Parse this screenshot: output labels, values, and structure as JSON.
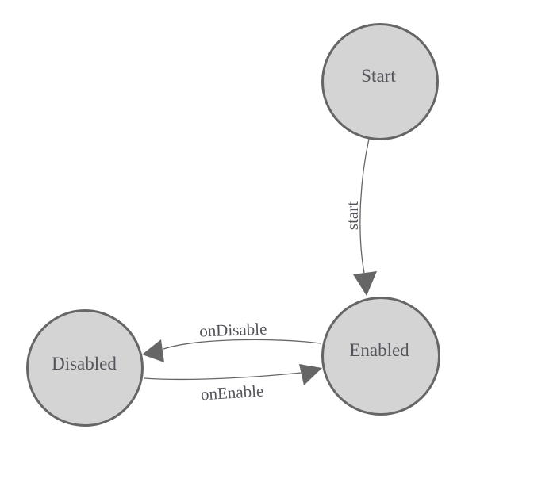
{
  "diagram": {
    "type": "state-machine",
    "nodes": [
      {
        "id": "Start",
        "label": "Start"
      },
      {
        "id": "Enabled",
        "label": "Enabled"
      },
      {
        "id": "Disabled",
        "label": "Disabled"
      }
    ],
    "edges": [
      {
        "from": "Start",
        "to": "Enabled",
        "label": "start"
      },
      {
        "from": "Enabled",
        "to": "Disabled",
        "label": "onDisable"
      },
      {
        "from": "Disabled",
        "to": "Enabled",
        "label": "onEnable"
      }
    ],
    "colors": {
      "background": "#ffffff",
      "node_fill": "#d4d4d4",
      "node_stroke": "#666666",
      "edge_stroke": "#666666",
      "arrow_fill": "#666666",
      "label_text": "#54545c"
    }
  }
}
